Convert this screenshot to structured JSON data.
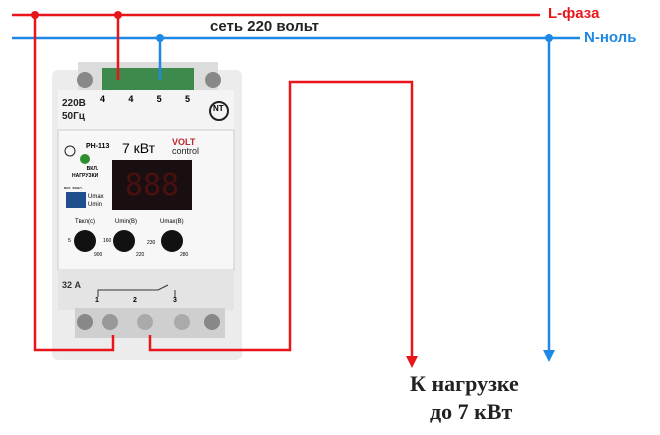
{
  "labels": {
    "l_phase": "L-фаза",
    "n_neutral": "N-ноль",
    "network": "сеть 220 вольт",
    "load_line1": "К нагрузке",
    "load_line2": "до 7 кВт"
  },
  "device": {
    "rating": "220В",
    "frequency": "50Гц",
    "top_terminals": [
      "4",
      "4",
      "5",
      "5"
    ],
    "model": "РН-113",
    "power": "7 кВт",
    "brand_top": "VOLT",
    "brand_bottom": "control",
    "led_label_1": "ВКЛ.",
    "led_label_2": "НАГРУЗКИ",
    "switch_on": "вкл.",
    "switch_off": "выкл.",
    "switch_umax": "Umax",
    "switch_umin": "Umin",
    "display": "888",
    "knobs": [
      {
        "label": "Tвкл(с)",
        "min": "5",
        "max": "900"
      },
      {
        "label": "Umin(В)",
        "min": "160",
        "max": "220"
      },
      {
        "label": "Umax(В)",
        "min": "230",
        "max": "280"
      }
    ],
    "current": "32 А",
    "bottom_terminals": [
      "1",
      "2",
      "3"
    ],
    "logo": "NT"
  },
  "colors": {
    "phase": "#e8161b",
    "neutral": "#1e88e5",
    "text_red": "#e8161b",
    "text_blue": "#1e88e5",
    "text_dark": "#222222"
  }
}
